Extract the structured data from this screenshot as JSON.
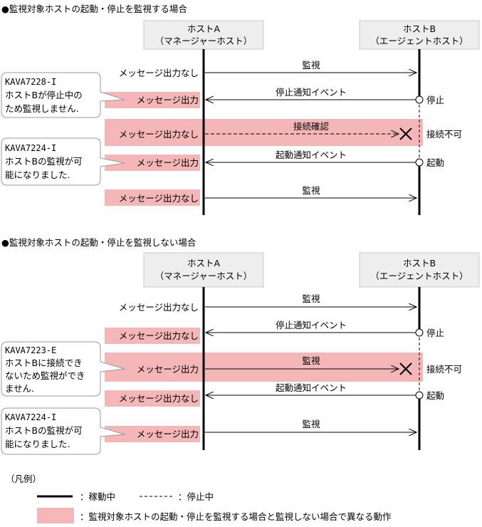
{
  "section1": {
    "title": "●監視対象ホストの起動・停止を監視する場合",
    "host_a": [
      "ホストA",
      "（マネージャーホスト）"
    ],
    "host_b": [
      "ホストB",
      "（エージェントホスト）"
    ],
    "rows": [
      {
        "arrow": "監視",
        "left": "メッセージ出力なし",
        "right": ""
      },
      {
        "arrow": "停止通知イベント",
        "left": "メッセージ出力",
        "right": "停止"
      },
      {
        "arrow": "接続確認",
        "left": "メッセージ出力なし",
        "right": "接続不可"
      },
      {
        "arrow": "起動通知イベント",
        "left": "メッセージ出力",
        "right": "起動"
      },
      {
        "arrow": "監視",
        "left": "メッセージ出力なし",
        "right": ""
      }
    ],
    "callouts": [
      [
        "KAVA7228-I",
        "ホストBが停止中の",
        "ため監視しません."
      ],
      [
        "KAVA7224-I",
        "ホストBの監視が可",
        "能になりました."
      ]
    ]
  },
  "section2": {
    "title": "●監視対象ホストの起動・停止を監視しない場合",
    "host_a": [
      "ホストA",
      "（マネージャーホスト）"
    ],
    "host_b": [
      "ホストB",
      "（エージェントホスト）"
    ],
    "rows": [
      {
        "arrow": "監視",
        "left": "メッセージ出力なし",
        "right": ""
      },
      {
        "arrow": "停止通知イベント",
        "left": "メッセージ出力なし",
        "right": "停止"
      },
      {
        "arrow": "監視",
        "left": "メッセージ出力",
        "right": "接続不可"
      },
      {
        "arrow": "起動通知イベント",
        "left": "メッセージ出力なし",
        "right": "起動"
      },
      {
        "arrow": "監視",
        "left": "メッセージ出力",
        "right": ""
      }
    ],
    "callouts": [
      [
        "KAVA7223-E",
        "ホストBに接続でき",
        "ないため監視ができ",
        "ません."
      ],
      [
        "KAVA7224-I",
        "ホストBの監視が可",
        "能になりました."
      ]
    ]
  },
  "legend": {
    "heading": "（凡例）",
    "active": "：稼動中",
    "stopped": "：停止中",
    "highlight": "：監視対象ホストの起動・停止を監視する場合と監視しない場合で異なる動作"
  },
  "colors": {
    "highlight": "#f4b6b6",
    "host_box": "#eeeeee",
    "host_border": "#c8c8c8",
    "callout_border": "#999999"
  }
}
